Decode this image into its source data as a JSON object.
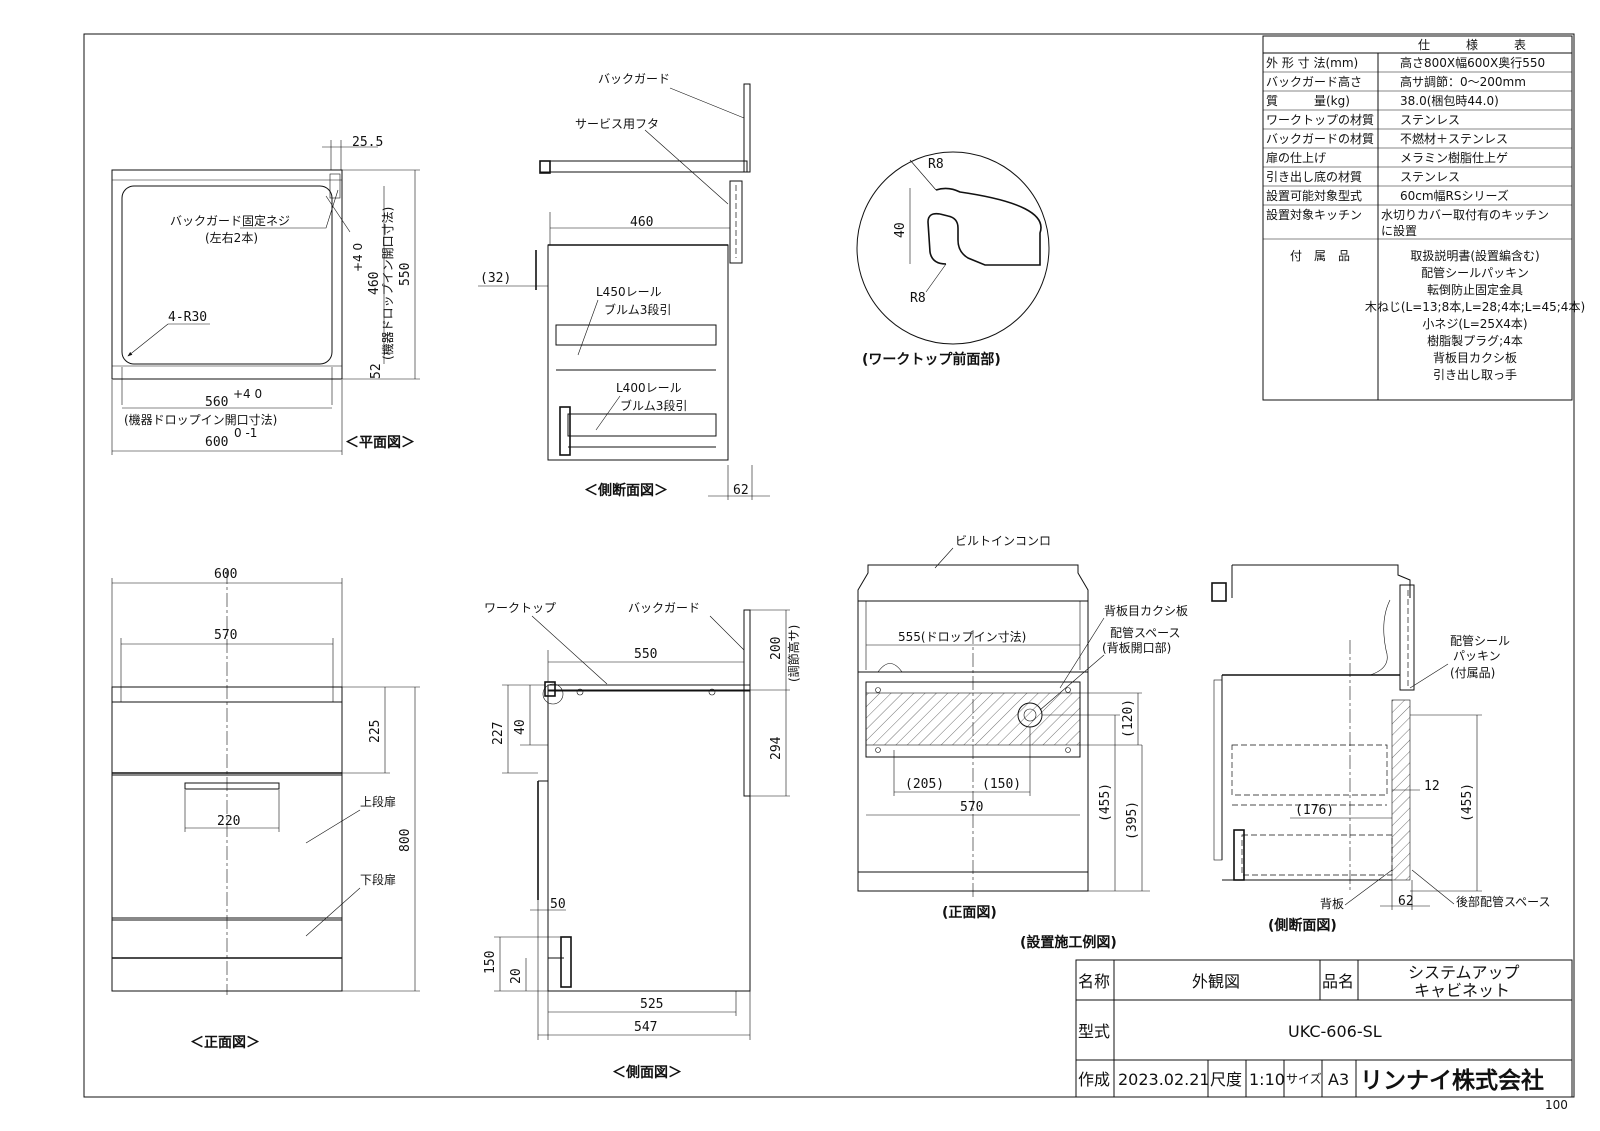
{
  "spec_table": {
    "header": "仕　　　様　　　表",
    "rows": [
      {
        "label": "外 形 寸 法(mm)",
        "value": "高さ800X幅600X奥行550"
      },
      {
        "label": "バックガード高さ",
        "value": "高サ調節：0～200mm"
      },
      {
        "label": "質　　　量(kg)",
        "value": "38.0(梱包時44.0)"
      },
      {
        "label": "ワークトップの材質",
        "value": "ステンレス"
      },
      {
        "label": "バックガードの材質",
        "value": "不燃材＋ステンレス"
      },
      {
        "label": "扉の仕上げ",
        "value": "メラミン樹脂仕上ゲ"
      },
      {
        "label": "引き出し底の材質",
        "value": "ステンレス"
      },
      {
        "label": "設置可能対象型式",
        "value": "60cm幅RSシリーズ"
      },
      {
        "label": "設置対象キッチン",
        "value": "水切りカバー取付有のキッチン",
        "value2": "に設置"
      }
    ],
    "accessories_label": "付　属　品",
    "accessories": [
      "取扱説明書(設置編含む)",
      "配管シールパッキン",
      "転倒防止固定金具",
      "木ねじ(L=13;8本,L=28;4本;L=45;4本)",
      "小ネジ(L=25X4本)",
      "樹脂製プラグ;4本",
      "背板目カクシ板",
      "引き出し取っ手"
    ]
  },
  "views": {
    "plan": {
      "caption": "＜平面図＞",
      "labels": {
        "dim_25_5": "25.5",
        "screw": "バックガード固定ネジ",
        "screw_sub": "(左右2本)",
        "radius": "4-R30",
        "dim_560": "560",
        "tol_560": "+4 0",
        "drop_in": "(機器ドロップイン開口寸法)",
        "dim_600": "600",
        "tol_600": "0 -1",
        "dim_460": "460",
        "tol_460": "+4 0",
        "dim_550": "550",
        "dim_52": "52",
        "drop_in_v": "(機器ドロップイン開口寸法)"
      }
    },
    "side_section": {
      "caption": "＜側断面図＞",
      "labels": {
        "backguard": "バックガード",
        "service_lid": "サービス用フタ",
        "dim_460": "460",
        "dim_32": "(32)",
        "rail1": "L450レール",
        "rail1_sub": "ブルム3段引",
        "rail2": "L400レール",
        "rail2_sub": "ブルム3段引",
        "dim_62": "62"
      }
    },
    "detail": {
      "caption": "(ワークトップ前面部)",
      "labels": {
        "r8_top": "R8",
        "r8_bot": "R8",
        "dim_40": "40"
      }
    },
    "front": {
      "caption": "＜正面図＞",
      "labels": {
        "dim_600": "600",
        "dim_570": "570",
        "dim_220": "220",
        "dim_225": "225",
        "dim_800": "800",
        "upper_door": "上段扉",
        "lower_door": "下段扉"
      }
    },
    "side": {
      "caption": "＜側面図＞",
      "labels": {
        "worktop": "ワークトップ",
        "backguard": "バックガード",
        "dim_550": "550",
        "dim_200": "200",
        "adj": "(調節高サ)",
        "dim_294": "294",
        "dim_227": "227",
        "dim_40": "40",
        "dim_50": "50",
        "dim_150": "150",
        "dim_20": "20",
        "dim_525": "525",
        "dim_547": "547"
      }
    },
    "install_front": {
      "caption": "(正面図)",
      "labels": {
        "builtin": "ビルトインコンロ",
        "dim_555": "555(ドロップイン寸法)",
        "back_cover": "背板目カクシ板",
        "pipe_space": "配管スペース",
        "pipe_space_sub": "(背板開口部)",
        "dim_120": "(120)",
        "dim_205": "(205)",
        "dim_150": "(150)",
        "dim_570": "570",
        "dim_455": "(455)",
        "dim_395": "(395)"
      }
    },
    "install_side": {
      "caption": "(側断面図)",
      "labels": {
        "packing": "配管シール",
        "packing2": "パッキン",
        "packing3": "(付属品)",
        "dim_12": "12",
        "dim_176": "(176)",
        "dim_455": "(455)",
        "back_plate": "背板",
        "dim_62": "62",
        "rear_space": "後部配管スペース"
      }
    },
    "install_caption": "(設置施工例図)"
  },
  "title_block": {
    "name_label": "名称",
    "name_value": "外観図",
    "product_label": "品名",
    "product_value_1": "システムアップ",
    "product_value_2": "キャビネット",
    "model_label": "型式",
    "model_value": "UKC-606-SL",
    "made_label": "作成",
    "made_value": "2023.02.21",
    "scale_label": "尺度",
    "scale_value": "1:10",
    "size_label": "サイズ",
    "size_value": "A3",
    "company": "リンナイ株式会社"
  },
  "page_number": "100"
}
